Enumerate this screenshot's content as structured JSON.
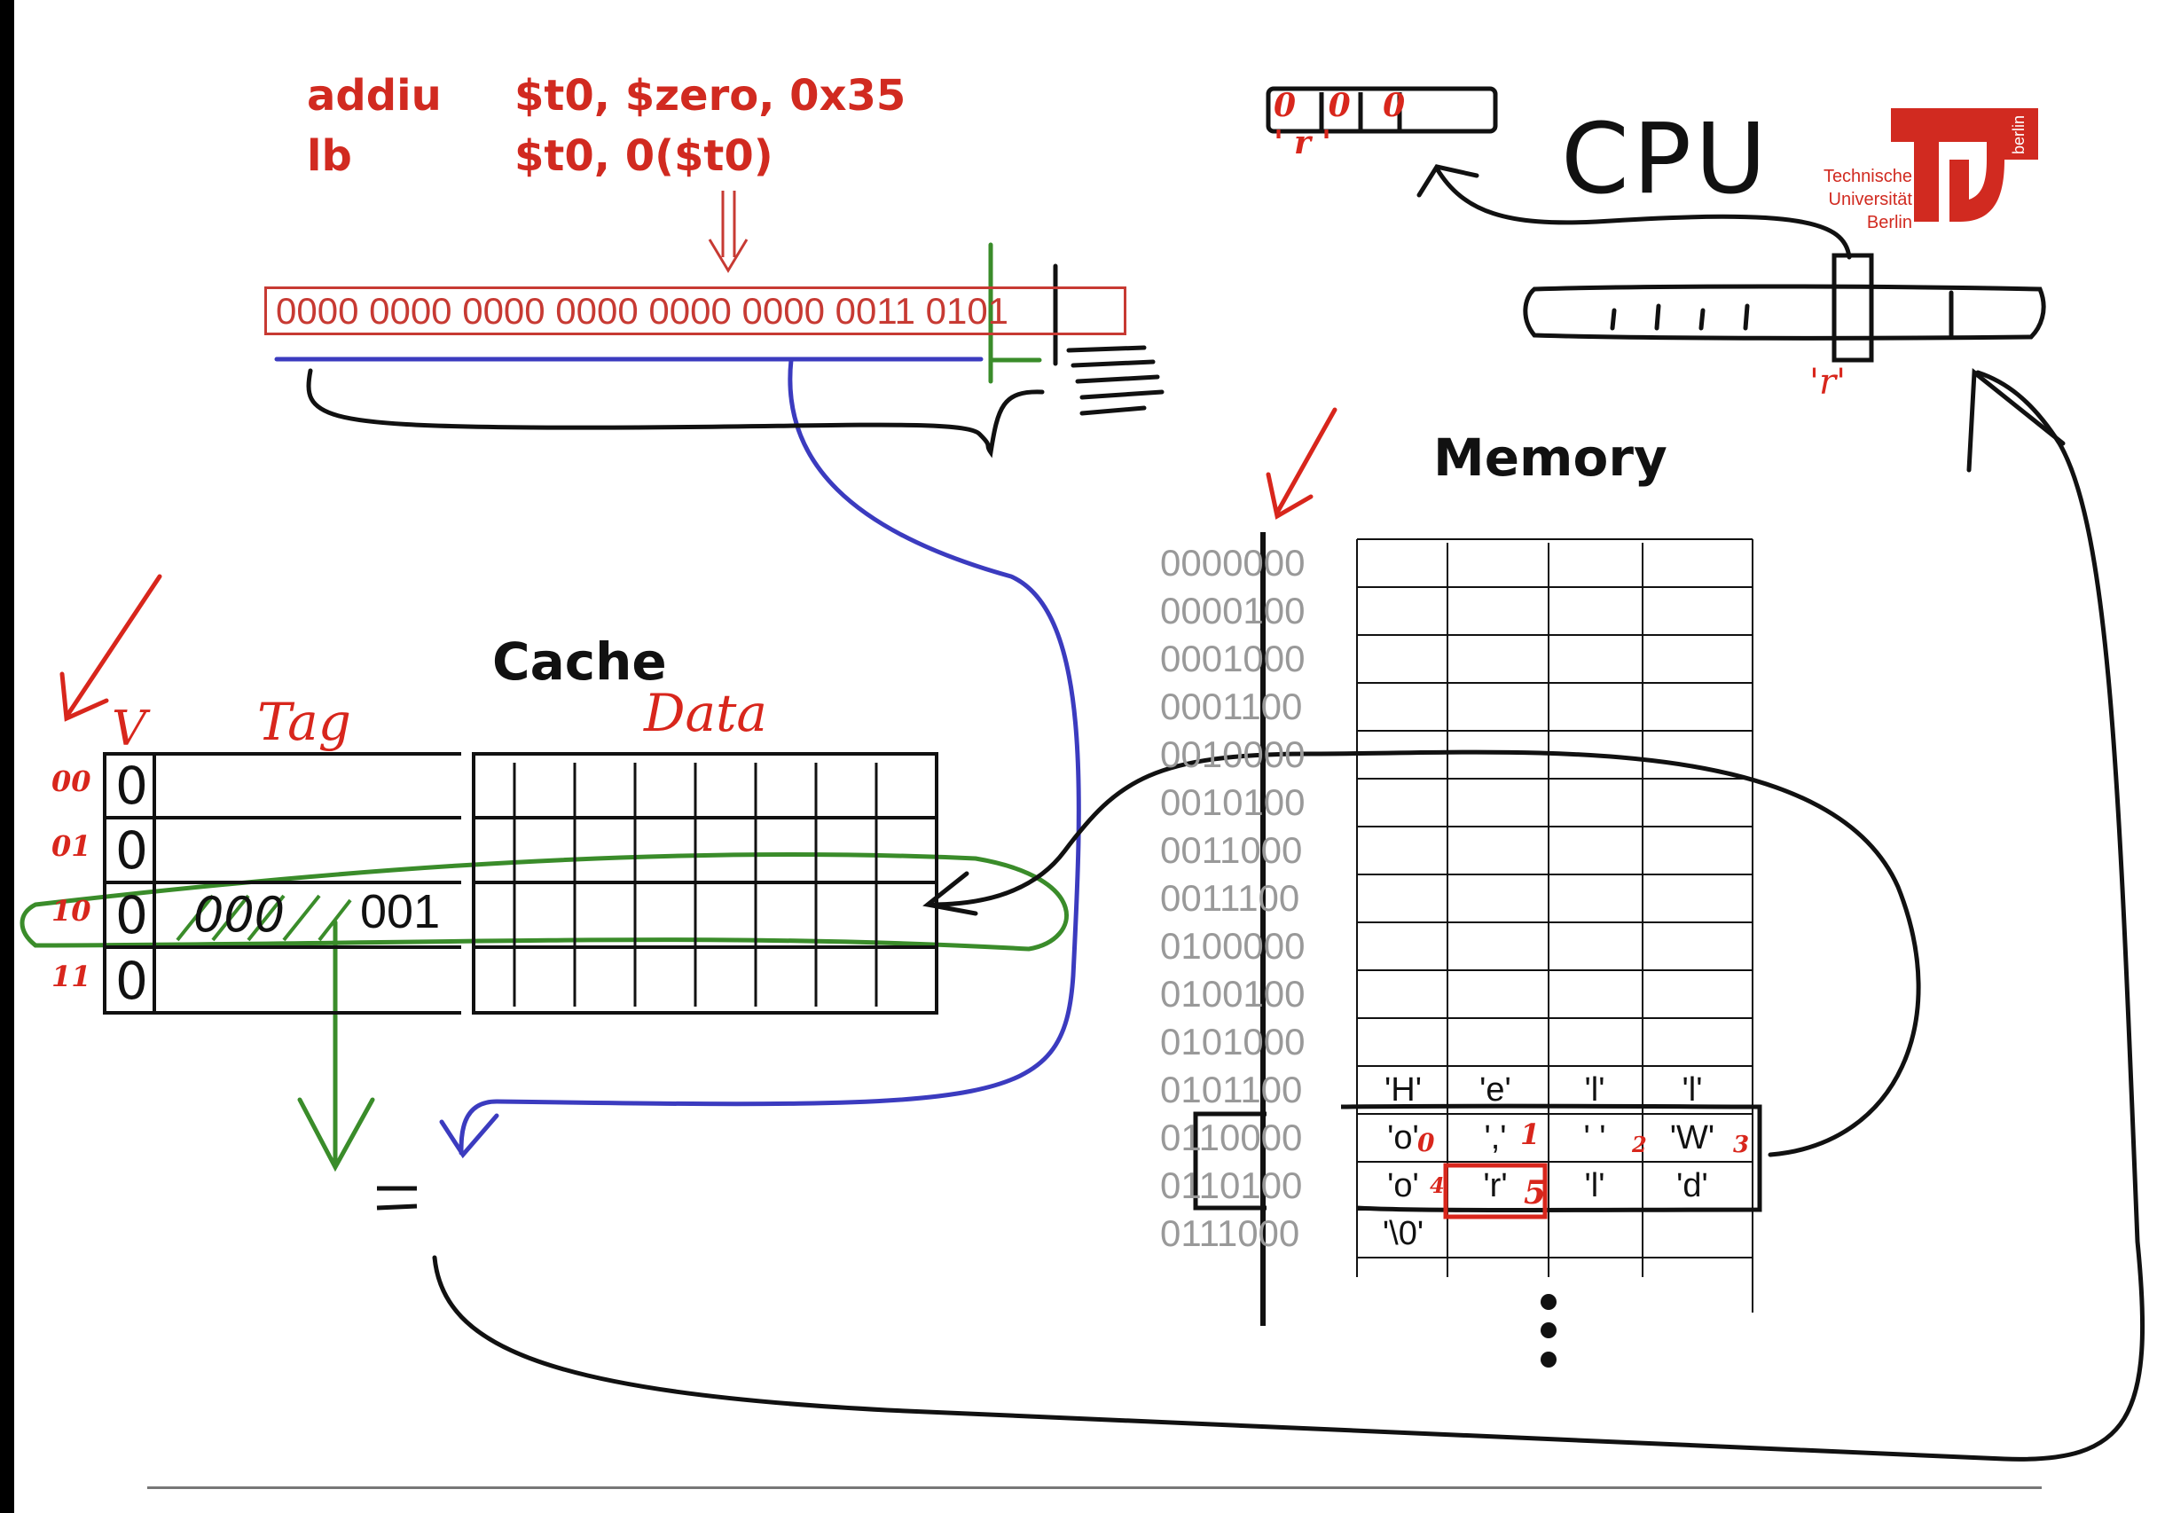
{
  "instructions": [
    {
      "op": "addiu",
      "args": "$t0, $zero, 0x35"
    },
    {
      "op": "lb",
      "args": "$t0, 0($t0)"
    }
  ],
  "binary_word": "0000 0000 0000 0000 0000 0000 0011 0101",
  "cpu": {
    "label": "CPU",
    "register_annotation": "0 0 0 'r'",
    "byte_annotation": "'r'"
  },
  "logo": {
    "lines": [
      "Technische",
      "Universität",
      "Berlin"
    ],
    "side_text": "berlin"
  },
  "cache": {
    "title": "Cache",
    "header_valid": "V",
    "header_tag": "Tag",
    "header_data": "Data",
    "rows": [
      {
        "index": "00",
        "valid": "0",
        "tag": ""
      },
      {
        "index": "01",
        "valid": "0",
        "tag": ""
      },
      {
        "index": "10",
        "valid": "0",
        "tag_struck": "000",
        "tag": "001"
      },
      {
        "index": "11",
        "valid": "0",
        "tag": ""
      }
    ],
    "compare_symbol": "="
  },
  "memory": {
    "title": "Memory",
    "addresses": [
      "0000000",
      "0000100",
      "0001000",
      "0001100",
      "0010000",
      "0010100",
      "0011000",
      "0011100",
      "0100000",
      "0100100",
      "0101000",
      "0101100",
      "0110000",
      "0110100",
      "0111000"
    ],
    "cells": [
      {
        "row": 11,
        "col": 0,
        "value": "'H'"
      },
      {
        "row": 11,
        "col": 1,
        "value": "'e'"
      },
      {
        "row": 11,
        "col": 2,
        "value": "'l'"
      },
      {
        "row": 11,
        "col": 3,
        "value": "'l'"
      },
      {
        "row": 12,
        "col": 0,
        "value": "'o'"
      },
      {
        "row": 12,
        "col": 1,
        "value": "','"
      },
      {
        "row": 12,
        "col": 2,
        "value": "' '"
      },
      {
        "row": 12,
        "col": 3,
        "value": "'W'"
      },
      {
        "row": 13,
        "col": 0,
        "value": "'o'"
      },
      {
        "row": 13,
        "col": 1,
        "value": "'r'"
      },
      {
        "row": 13,
        "col": 2,
        "value": "'l'"
      },
      {
        "row": 13,
        "col": 3,
        "value": "'d'"
      },
      {
        "row": 14,
        "col": 0,
        "value": "'\\0'"
      }
    ],
    "offset_marks": [
      "0",
      "1",
      "2",
      "3",
      "4",
      "5"
    ],
    "ellipsis": "⋮"
  },
  "colors": {
    "red": "#d8261c",
    "green": "#3a8c2a",
    "blue": "#3b3bbf",
    "ink": "#111111"
  }
}
